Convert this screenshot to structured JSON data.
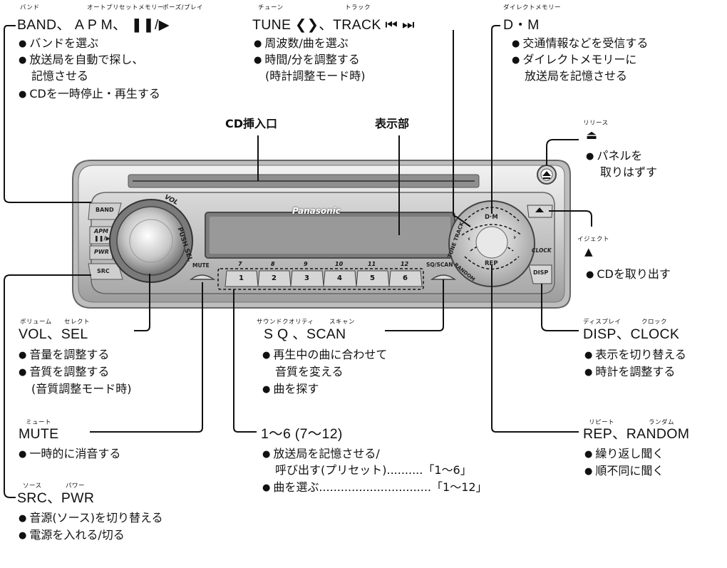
{
  "top": {
    "band": {
      "ruby": [
        "バンド",
        "オートプリセットメモリー",
        "ポーズ/プレイ"
      ],
      "title": "BAND、 A P M、 ❚❚/▶",
      "items": [
        "バンドを選ぶ",
        "放送局を自動で探し、",
        "記憶させる",
        "CDを一時停止・再生する"
      ]
    },
    "tune": {
      "ruby": [
        "チューン",
        "トラック"
      ],
      "title": "TUNE ❮❯、TRACK ⏮ ⏭",
      "items": [
        "周波数/曲を選ぶ",
        "時間/分を調整する",
        "(時計調整モード時)"
      ]
    },
    "dm": {
      "ruby": "ダイレクトメモリー",
      "title": "D・M",
      "items": [
        "交通情報などを受信する",
        "ダイレクトメモリーに",
        "放送局を記憶させる"
      ]
    }
  },
  "labels": {
    "cd_slot": "CD挿入口",
    "display": "表示部"
  },
  "release": {
    "ruby": "リリース",
    "items": [
      "パネルを",
      "取りはずす"
    ]
  },
  "eject": {
    "ruby": "イジェクト",
    "items": [
      "CDを取り出す"
    ]
  },
  "unit": {
    "brand": "Panasonic",
    "vol": "VOL",
    "push_sel": "PUSH SEL",
    "buttons_left": [
      "BAND",
      "APM",
      "❚❚/▶",
      "PWR",
      "SRC"
    ],
    "mute": "MUTE",
    "upper_nums": [
      "7",
      "8",
      "9",
      "10",
      "11",
      "12"
    ],
    "presets": [
      "1",
      "2",
      "3",
      "4",
      "5",
      "6"
    ],
    "sq_scan": "SQ/SCAN",
    "random": "RANDOM",
    "tune_track": "TUNE TRACK",
    "dm": "D·M",
    "rep": "REP",
    "clock": "CLOCK",
    "disp": "DISP"
  },
  "vol_sel": {
    "ruby": [
      "ボリューム",
      "セレクト"
    ],
    "title": "VOL、SEL",
    "items": [
      "音量を調整する",
      "音質を調整する",
      "(音質調整モード時)"
    ]
  },
  "sq_scan": {
    "ruby": [
      "サウンドクオリティ",
      "スキャン"
    ],
    "title": "S Q 、SCAN",
    "items": [
      "再生中の曲に合わせて",
      "音質を変える",
      "曲を探す"
    ]
  },
  "disp_clock": {
    "ruby": [
      "ディスプレイ",
      "クロック"
    ],
    "title": "DISP、CLOCK",
    "items": [
      "表示を切り替える",
      "時計を調整する"
    ]
  },
  "mute": {
    "ruby": "ミュート",
    "title": "MUTE",
    "items": [
      "一時的に消音する"
    ]
  },
  "presets": {
    "title": "1～6 (7～12)",
    "items": [
      "放送局を記憶させる/",
      "呼び出す(プリセット)..........「1～6」",
      "曲を選ぶ...............................「1～12」"
    ]
  },
  "rep_random": {
    "ruby": [
      "リピート",
      "ランダム"
    ],
    "title": "REP、RANDOM",
    "items": [
      "繰り返し聞く",
      "順不同に聞く"
    ]
  },
  "src_pwr": {
    "ruby": [
      "ソース",
      "パワー"
    ],
    "title": "SRC、PWR",
    "items": [
      "音源(ソース)を切り替える",
      "電源を入れる/切る"
    ]
  }
}
